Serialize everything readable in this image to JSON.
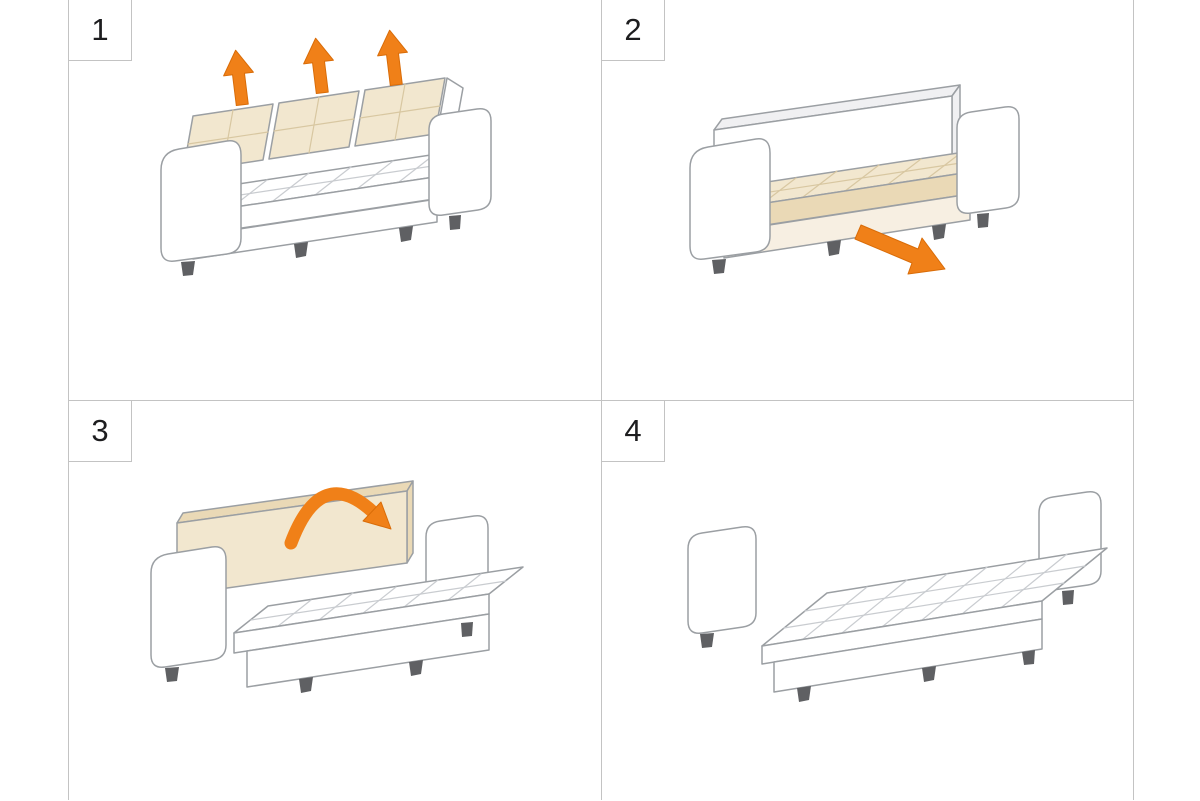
{
  "colors": {
    "frame_line": "#c3c3c3",
    "outline": "#9b9fa3",
    "arrow_orange": "#f08018",
    "arrow_orange_dark": "#d96c08",
    "cushion_cream": "#f2e7cf",
    "cushion_cream_deep": "#ead9b6",
    "base_cream": "#f7efe2",
    "seam_gray": "#c9ccd0",
    "seam_cream": "#d8c7a1",
    "foot_gray": "#5f6063",
    "number_text": "#1d1d1f",
    "shade_light": "#f0f0f2",
    "fill_white": "#ffffff"
  },
  "steps": [
    {
      "number": "1",
      "icons": [
        "up-arrow-icon",
        "up-arrow-icon",
        "up-arrow-icon"
      ]
    },
    {
      "number": "2",
      "icons": [
        "pull-out-arrow-icon"
      ]
    },
    {
      "number": "3",
      "icons": [
        "flip-down-arrow-icon"
      ]
    },
    {
      "number": "4",
      "icons": []
    }
  ]
}
